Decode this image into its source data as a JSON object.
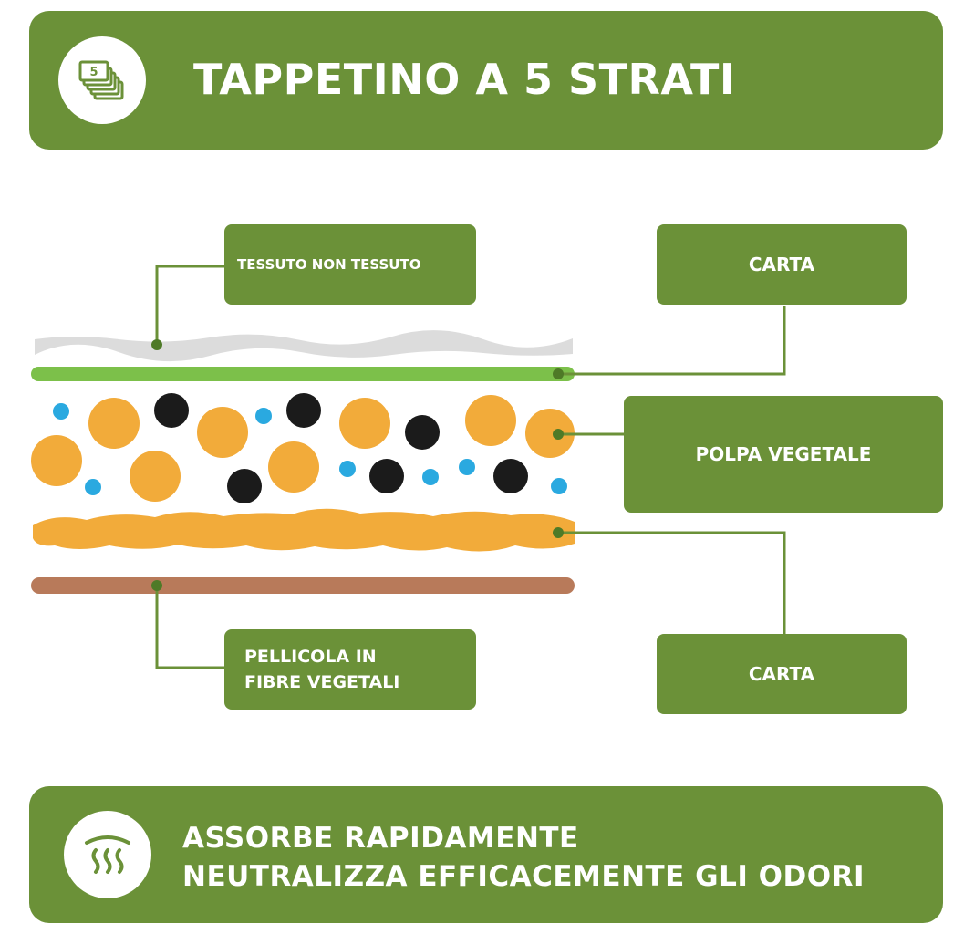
{
  "header": {
    "title": "TAPPETINO A 5 STRATI",
    "badge_icon": "stacked-layers-icon",
    "badge_glyph": "5"
  },
  "layers": {
    "nonwoven": "TESSUTO NON TESSUTO",
    "paper_top": "CARTA",
    "pulp": "POLPA VEGETALE",
    "paper_bottom": "CARTA",
    "film_line1": "PELLICOLA IN",
    "film_line2": "FIBRE VEGETALI"
  },
  "footer": {
    "line1": "ASSORBE RAPIDAMENTE",
    "line2": "NEUTRALIZZA EFFICACEMENTE GLI ODORI",
    "badge_icon": "odor-waves-icon"
  },
  "colors": {
    "brand_green": "#6b9138",
    "light_green": "#7cc04a",
    "orange": "#f2ab3a",
    "black": "#1b1b1b",
    "blue": "#2aa9e0",
    "brown": "#b87a5a",
    "grey": "#dcdcdc"
  }
}
